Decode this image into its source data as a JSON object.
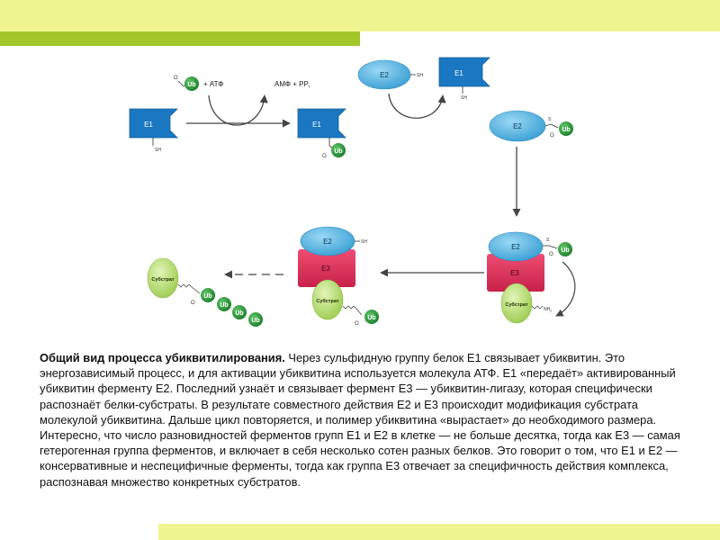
{
  "colors": {
    "band_yellow": "#eef58f",
    "band_green": "#a2c62a",
    "e1": "#1a78c2",
    "e2": "#5cb6e2",
    "e3": "#e2335d",
    "ub": "#2e9e3a",
    "substrate": "#bfe07a",
    "arrow": "#444444"
  },
  "diagram": {
    "e1": "E1",
    "e2": "E2",
    "e3": "E3",
    "ub": "Ub",
    "sh": "SH",
    "s": "S",
    "o": "O",
    "atp": "+ АТФ",
    "amp": "АМФ + PP",
    "amp_sub": "i",
    "substrate": "Субстрат",
    "nh2": "NH",
    "nh2_sub": "2"
  },
  "description": {
    "title": "Общий вид процесса убиквитилирования.",
    "body": " Через сульфидную группу белок Е1 связывает убиквитин. Это энергозависимый процесс, и для активации убиквитина используется молекула АТФ. Е1 «передаёт» активированный убиквитин ферменту Е2. Последний узнаёт и связывает фермент Е3 — убиквитин-лигазу, которая специфически распознаёт белки-субстраты. В результате совместного действия Е2 и Е3 происходит модификация субстрата молекулой убиквитина. Дальше цикл повторяется, и полимер убиквитина «вырастает» до необходимого размера. Интересно, что число разновидностей ферментов групп Е1 и Е2 в клетке — не больше десятка, тогда как Е3 — самая гетерогенная группа ферментов, и включает в себя несколько сотен разных белков. Это говорит о том, что Е1 и Е2 — консервативные и неспецифичные ферменты, тогда как группа Е3 отвечает за специфичность действия комплекса, распознавая множество конкретных субстратов."
  }
}
